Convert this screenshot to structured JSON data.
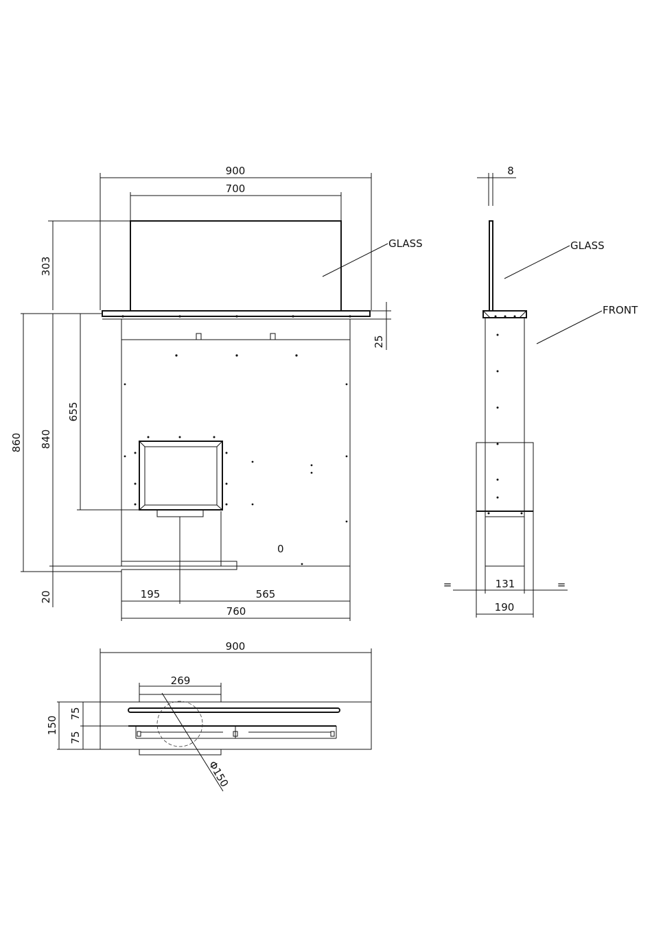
{
  "colors": {
    "line": "#111111",
    "background": "#ffffff"
  },
  "front_view": {
    "dim_width_total": "900",
    "dim_glass_width": "700",
    "dim_glass_height": "303",
    "dim_depth_total": "860",
    "dim_body_height": "840",
    "dim_outlet_height": "655",
    "dim_top_plate": "25",
    "dim_bottom_gap": "20",
    "dim_left_offset": "195",
    "dim_right_offset": "565",
    "dim_body_width": "760",
    "label_glass": "GLASS",
    "outlet_marker": "0"
  },
  "side_view": {
    "dim_glass_thickness": "8",
    "label_glass": "GLASS",
    "label_front": "FRONT",
    "dim_inner_width": "131",
    "dim_outer_width": "190",
    "equal_left": "=",
    "equal_right": "="
  },
  "top_view": {
    "dim_width_total": "900",
    "dim_duct_width": "269",
    "dim_depth_total": "150",
    "dim_half_top": "75",
    "dim_half_bottom": "75",
    "dim_duct_diameter": "Φ150"
  }
}
